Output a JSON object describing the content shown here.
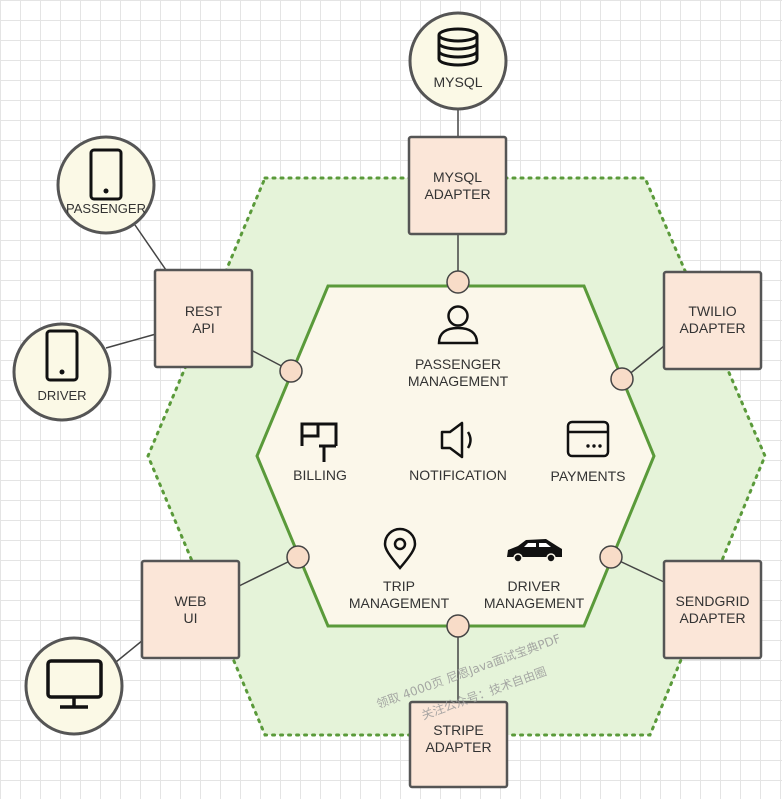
{
  "colors": {
    "outer_fill": "#e5f3d9",
    "outer_stroke": "#5a9a3a",
    "inner_fill": "#fbf7ea",
    "inner_stroke": "#5a9a3a",
    "adapter_fill": "#fbe6d8",
    "adapter_stroke": "#555555",
    "actor_fill": "#fbf9e6",
    "port_fill": "#f8dcc8"
  },
  "actors": {
    "mysql": {
      "label": "MYSQL",
      "icon": "database-icon"
    },
    "passenger": {
      "label": "PASSENGER",
      "icon": "phone-icon"
    },
    "driver": {
      "label": "DRIVER",
      "icon": "phone-icon"
    },
    "monitor": {
      "label": "",
      "icon": "monitor-icon"
    }
  },
  "adapters": {
    "mysql": {
      "line1": "MYSQL",
      "line2": "ADAPTER"
    },
    "rest": {
      "line1": "REST",
      "line2": "API"
    },
    "twilio": {
      "line1": "TWILIO",
      "line2": "ADAPTER"
    },
    "web": {
      "line1": "WEB",
      "line2": "UI"
    },
    "sendgrid": {
      "line1": "SENDGRID",
      "line2": "ADAPTER"
    },
    "stripe": {
      "line1": "STRIPE",
      "line2": "ADAPTER"
    }
  },
  "modules": {
    "passenger": {
      "line1": "PASSENGER",
      "line2": "MANAGEMENT",
      "icon": "user-icon"
    },
    "billing": {
      "line1": "BILLING",
      "icon": "mailbox-icon"
    },
    "notification": {
      "line1": "NOTIFICATION",
      "icon": "speaker-icon"
    },
    "payments": {
      "line1": "PAYMENTS",
      "icon": "card-icon"
    },
    "trip": {
      "line1": "TRIP",
      "line2": "MANAGEMENT",
      "icon": "pin-icon"
    },
    "driver": {
      "line1": "DRIVER",
      "line2": "MANAGEMENT",
      "icon": "car-icon"
    }
  },
  "watermark": {
    "line1": "领取 4000页 尼恩Java面试宝典PDF",
    "line2": "关注公众号：技术自由圈"
  }
}
